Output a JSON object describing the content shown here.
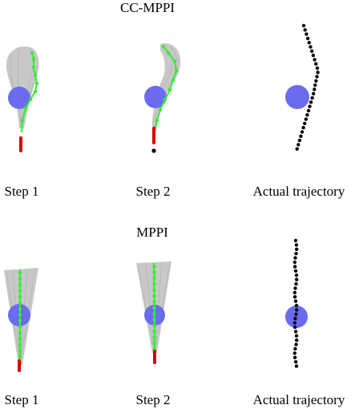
{
  "sections": [
    {
      "title": "CC-MPPI",
      "panels": [
        {
          "label": "Step 1"
        },
        {
          "label": "Step 2"
        },
        {
          "label": "Actual trajectory"
        }
      ]
    },
    {
      "title": "MPPI",
      "panels": [
        {
          "label": "Step 1"
        },
        {
          "label": "Step 2"
        },
        {
          "label": "Actual trajectory"
        }
      ]
    }
  ],
  "colors": {
    "obstacle": "#6b6bef",
    "sample_fan": "#c8c8c8",
    "planned_path": "#33ee33",
    "executed_path": "#dd0000",
    "trajectory_dots": "#000000"
  }
}
